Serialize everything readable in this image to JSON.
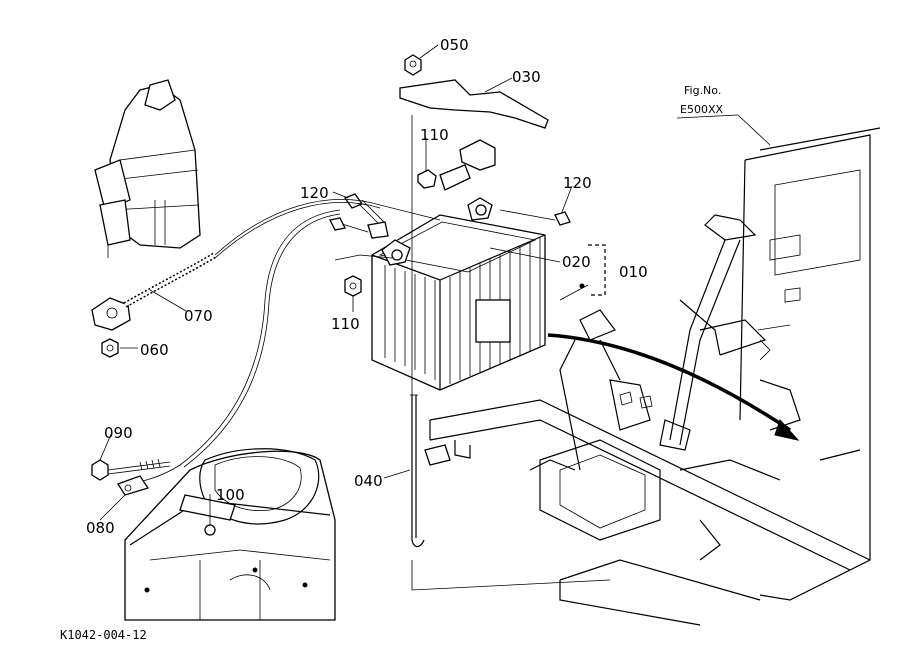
{
  "figure": {
    "fig_label": "Fig.No.",
    "fig_number": "E500XX",
    "drawing_code": "K1042-004-12"
  },
  "callouts": {
    "p010": "010",
    "p020": "020",
    "p030": "030",
    "p040": "040",
    "p050": "050",
    "p060": "060",
    "p070": "070",
    "p080": "080",
    "p090": "090",
    "p100": "100",
    "p110a": "110",
    "p110b": "110",
    "p120a": "120",
    "p120b": "120"
  }
}
